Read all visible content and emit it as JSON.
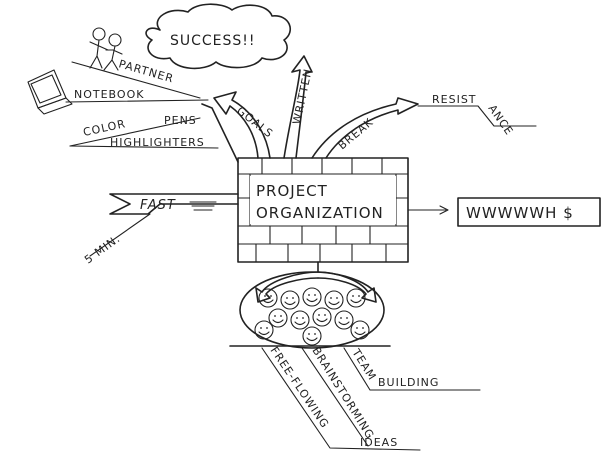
{
  "center": {
    "line1": "PROJECT",
    "line2": "ORGANIZATION"
  },
  "cloud": {
    "text": "SUCCESS!!"
  },
  "branches": {
    "goals": "GOALS",
    "written": "WRITTEN",
    "break": "BREAK",
    "resist_1": "RESIST",
    "resist_2": "ANCE",
    "partner": "PARTNER",
    "notebook": "NOTEBOOK",
    "color": "COLOR",
    "pens": "PENS",
    "highlighters": "HIGHLIGHTERS",
    "fast": "FAST",
    "five_min": "5 MIN.",
    "wwwwwh": "WWWWWH $",
    "team": "TEAM",
    "building": "BUILDING",
    "brainstorming": "BRAINSTORMING",
    "free_flowing": "FREE-FLOWING",
    "ideas": "IDEAS"
  },
  "icons": [
    "stick-figures-icon",
    "laptop-icon",
    "smiley-faces-icon",
    "cloud-icon",
    "brick-wall-icon"
  ]
}
